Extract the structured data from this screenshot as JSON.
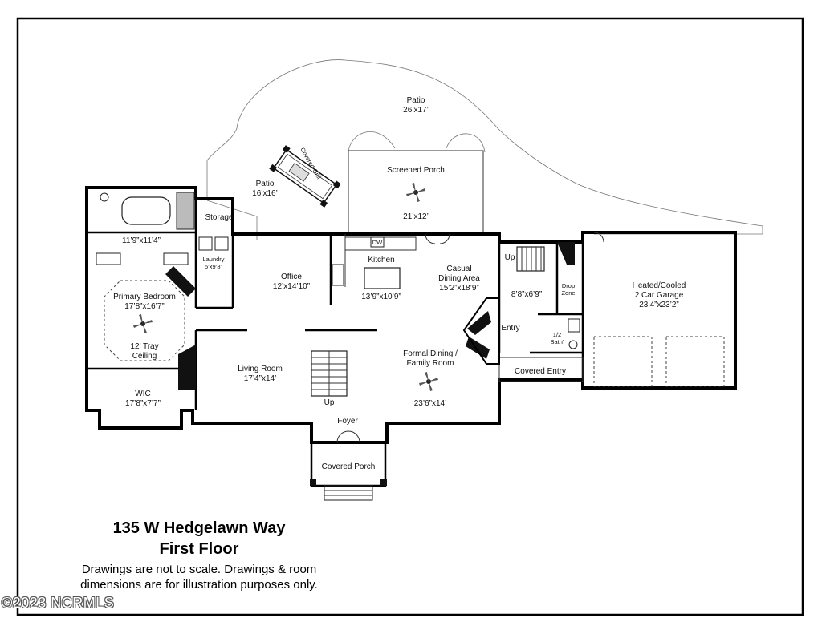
{
  "plan": {
    "address": "135 W Hedgelawn Way",
    "floor": "First Floor",
    "disclaimer_line1": "Drawings are not to scale. Drawings & room",
    "disclaimer_line2": "dimensions are for illustration purposes only.",
    "watermark": "©2023 NCRMLS"
  },
  "rooms": {
    "patio_large": {
      "name": "Patio",
      "dims": "26’x17’"
    },
    "patio_small": {
      "name": "Patio",
      "dims": "16’x16’"
    },
    "covered_grill": {
      "name": "Covered Grill"
    },
    "screened_porch": {
      "name": "Screened Porch",
      "dims": "21’x12’"
    },
    "storage": {
      "name": "Storage"
    },
    "primary_bath": {
      "dims": "11’9”x11’4”"
    },
    "laundry": {
      "name": "Laundry",
      "dims": "5’x9’8”"
    },
    "office": {
      "name": "Office",
      "dims": "12’x14’10”"
    },
    "kitchen": {
      "name": "Kitchen",
      "dims": "13’9”x10’9”",
      "dw": "DW"
    },
    "casual_dining": {
      "name": "Casual",
      "name2": "Dining Area",
      "dims": "15’2”x18’9”"
    },
    "primary_bedroom": {
      "name": "Primary Bedroom",
      "dims": "17’8”x16’7”",
      "note1": "12’ Tray",
      "note2": "Ceiling"
    },
    "wic": {
      "name": "WIC",
      "dims": "17’8”x7’7”"
    },
    "living_room": {
      "name": "Living Room",
      "dims": "17’4”x14’"
    },
    "formal_dining": {
      "name": "Formal Dining /",
      "name2": "Family Room",
      "dims": "23’6”x14’"
    },
    "mud": {
      "dims": "8’8”x6’9”",
      "up": "Up"
    },
    "drop_zone": {
      "name": "Drop",
      "name2": "Zone"
    },
    "entry": {
      "name": "Entry"
    },
    "half_bath": {
      "name": "1/2",
      "name2": "Bath’"
    },
    "covered_entry": {
      "name": "Covered Entry"
    },
    "garage": {
      "name": "Heated/Cooled",
      "name2": "2 Car Garage",
      "dims": "23’4”x23’2”"
    },
    "foyer": {
      "name": "Foyer",
      "up": "Up"
    },
    "covered_porch": {
      "name": "Covered Porch"
    }
  }
}
